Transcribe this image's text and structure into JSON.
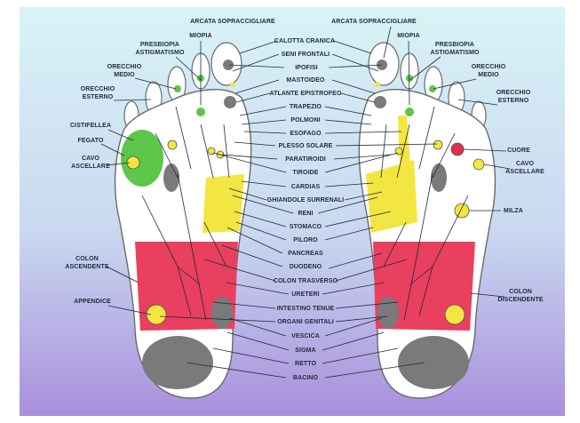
{
  "colors": {
    "background_top": "#d9f3f6",
    "background_bottom": "#a98fdc",
    "foot_outline": "#6b6b6b",
    "bone": "#555555",
    "red_zone": "#e8405e",
    "yellow_zone": "#f3e640",
    "green_zone": "#5ec64a",
    "gray_zone": "#7a7a7a",
    "heart_dot": "#e0304c"
  },
  "labels_center": [
    "ARCATA SOPRACCIGLIARE",
    "CALOTTA CRANICA",
    "SENI FRONTALI",
    "IPOFISI",
    "MASTOIDEO",
    "ATLANTE EPISTROFEO",
    "TRAPEZIO",
    "POLMONI",
    "ESOFAGO",
    "PLESSO SOLARE",
    "PARATIROIDI",
    "TIROIDE",
    "CARDIAS",
    "GHIANDOLE SURRENALI",
    "RENI",
    "STOMACO",
    "PILORO",
    "PANCREAS",
    "DUODENO",
    "COLON TRASVERSO",
    "URETERI",
    "INTESTINO TENUE",
    "ORGANI GENITALI",
    "VESCICA",
    "SIGMA",
    "RETTO",
    "BACINO"
  ],
  "labels_left": [
    "MIOPIA",
    "PRESBIOPIA",
    "ASTIGMATISMO",
    "ORECCHIO",
    "MEDIO",
    "ORECCHIO",
    "ESTERNO",
    "CISTIFELLEA",
    "FEGATO",
    "CAVO",
    "ASCELLARE",
    "COLON",
    "ASCENDENTE",
    "APPENDICE"
  ],
  "labels_right": [
    "ARCATA SOPRACCIGLIARE",
    "MIOPIA",
    "PRESBIOPIA",
    "ASTIGMATISMO",
    "ORECCHIO",
    "MEDIO",
    "ORECCHIO",
    "ESTERNO",
    "CUORE",
    "CAVO",
    "ASCELLARE",
    "MILZA",
    "COLON",
    "DISCENDENTE"
  ]
}
